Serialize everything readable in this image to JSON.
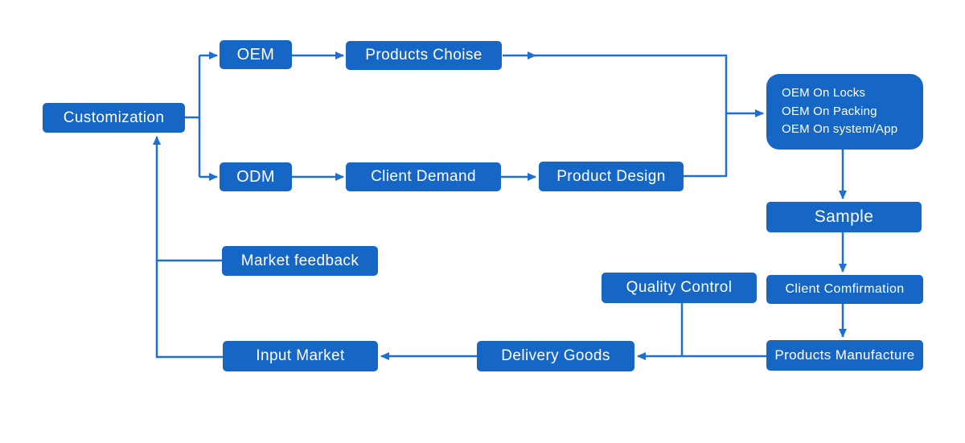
{
  "colors": {
    "box": "#1566c5",
    "line": "#1e6fd2",
    "text": "#ffffff",
    "background": "#ffffff"
  },
  "nodes": {
    "customization": {
      "label": "Customization"
    },
    "oem": {
      "label": "OEM"
    },
    "products_choise": {
      "label": "Products Choise"
    },
    "odm": {
      "label": "ODM"
    },
    "client_demand": {
      "label": "Client Demand"
    },
    "product_design": {
      "label": "Product Design"
    },
    "oem_on": {
      "lines": [
        "OEM On Locks",
        "OEM On Packing",
        "OEM On system/App"
      ]
    },
    "sample": {
      "label": "Sample"
    },
    "client_comfirmation": {
      "label": "Client Comfirmation"
    },
    "quality_control": {
      "label": "Quality Control"
    },
    "market_feedback": {
      "label": "Market feedback"
    },
    "input_market": {
      "label": "Input Market"
    },
    "delivery_goods": {
      "label": "Delivery Goods"
    },
    "products_manufacture": {
      "label": "Products Manufacture"
    }
  },
  "edges": [
    {
      "from": "customization",
      "to": "oem"
    },
    {
      "from": "customization",
      "to": "odm"
    },
    {
      "from": "oem",
      "to": "products_choise"
    },
    {
      "from": "products_choise",
      "to": "oem_on"
    },
    {
      "from": "odm",
      "to": "client_demand"
    },
    {
      "from": "client_demand",
      "to": "product_design"
    },
    {
      "from": "product_design",
      "to": "oem_on"
    },
    {
      "from": "oem_on",
      "to": "sample"
    },
    {
      "from": "sample",
      "to": "client_comfirmation"
    },
    {
      "from": "client_comfirmation",
      "to": "products_manufacture"
    },
    {
      "from": "products_manufacture",
      "to": "delivery_goods"
    },
    {
      "from": "quality_control",
      "to": "delivery_goods"
    },
    {
      "from": "delivery_goods",
      "to": "input_market"
    },
    {
      "from": "input_market",
      "to": "customization"
    },
    {
      "from": "market_feedback",
      "to": "customization"
    }
  ]
}
